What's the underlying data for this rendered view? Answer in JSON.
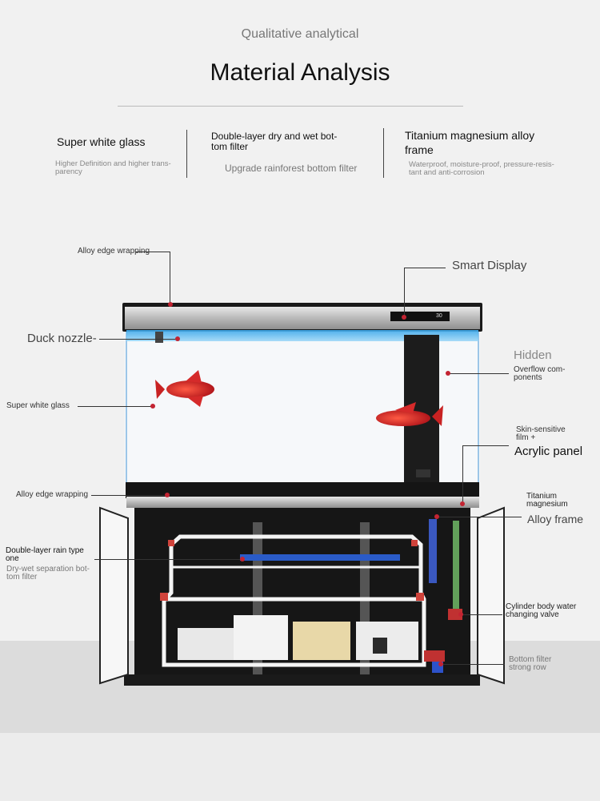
{
  "header": {
    "subtitle": "Qualitative analytical",
    "title": "Material Analysis"
  },
  "features": [
    {
      "title": "Super white glass",
      "desc": "Higher Definition and higher trans-\nparency"
    },
    {
      "title": "Double-layer dry and wet bot-\ntom filter",
      "desc": "Upgrade rainforest bottom filter"
    },
    {
      "title": "Titanium magnesium alloy\nframe",
      "desc": "Waterproof, moisture-proof, pressure-resis-\ntant and anti-corrosion"
    }
  ],
  "callouts": {
    "alloy_top": "Alloy edge wrapping",
    "smart_display": "Smart Display",
    "duck_nozzle": "Duck nozzle-",
    "hidden": "Hidden",
    "overflow": "Overflow com-\nponents",
    "super_glass": "Super white glass",
    "skin_film": "Skin-sensitive\nfilm +",
    "acrylic": "Acrylic panel",
    "alloy_bottom": "Alloy edge wrapping",
    "titanium": "Titanium\nmagnesium",
    "alloy_frame": "Alloy frame",
    "double_layer": "Double-layer rain type\none",
    "dry_wet": "Dry-wet separation bot-\ntom filter",
    "cylinder_valve": "Cylinder body water\nchanging valve",
    "bottom_filter": "Bottom filter\nstrong row"
  },
  "colors": {
    "accent_dot": "#c32432",
    "fish": "#d42a2a",
    "water_light": "#5fb8ec"
  },
  "display_panel": {
    "value": "30"
  }
}
